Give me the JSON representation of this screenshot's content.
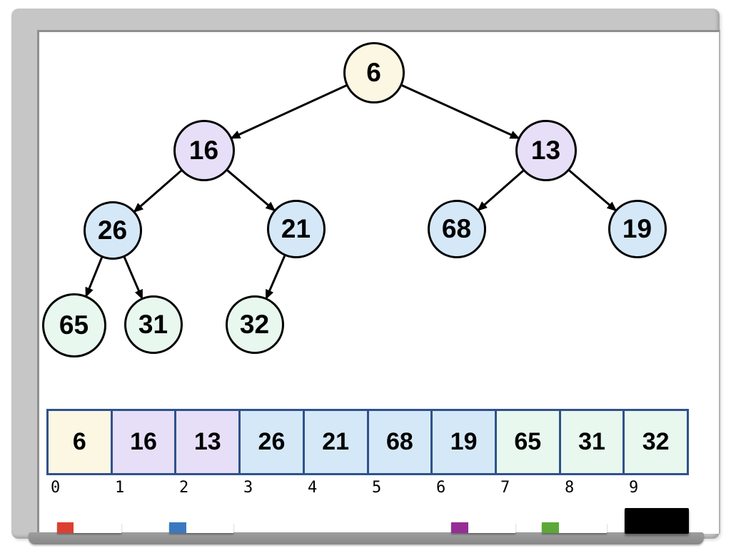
{
  "tree": {
    "nodes": [
      {
        "value": "6",
        "level": 0,
        "fill": "cream"
      },
      {
        "value": "16",
        "level": 1,
        "fill": "lavender"
      },
      {
        "value": "13",
        "level": 1,
        "fill": "lavender"
      },
      {
        "value": "26",
        "level": 2,
        "fill": "blue"
      },
      {
        "value": "21",
        "level": 2,
        "fill": "blue"
      },
      {
        "value": "68",
        "level": 2,
        "fill": "blue"
      },
      {
        "value": "19",
        "level": 2,
        "fill": "blue"
      },
      {
        "value": "65",
        "level": 3,
        "fill": "green"
      },
      {
        "value": "31",
        "level": 3,
        "fill": "green"
      },
      {
        "value": "32",
        "level": 3,
        "fill": "green"
      }
    ],
    "edges": [
      [
        "6",
        "16"
      ],
      [
        "6",
        "13"
      ],
      [
        "16",
        "26"
      ],
      [
        "16",
        "21"
      ],
      [
        "13",
        "68"
      ],
      [
        "13",
        "19"
      ],
      [
        "26",
        "65"
      ],
      [
        "26",
        "31"
      ],
      [
        "21",
        "32"
      ]
    ]
  },
  "array": {
    "cells": [
      {
        "index": "0",
        "value": "6",
        "fill": "cream"
      },
      {
        "index": "1",
        "value": "16",
        "fill": "lavender"
      },
      {
        "index": "2",
        "value": "13",
        "fill": "lavender"
      },
      {
        "index": "3",
        "value": "26",
        "fill": "blue"
      },
      {
        "index": "4",
        "value": "21",
        "fill": "blue"
      },
      {
        "index": "5",
        "value": "68",
        "fill": "blue"
      },
      {
        "index": "6",
        "value": "19",
        "fill": "blue"
      },
      {
        "index": "7",
        "value": "65",
        "fill": "green"
      },
      {
        "index": "8",
        "value": "31",
        "fill": "green"
      },
      {
        "index": "9",
        "value": "32",
        "fill": "green"
      }
    ]
  },
  "whiteboard": {
    "markers": [
      {
        "name": "red-marker",
        "cap_color": "#DD4030",
        "body_color": "#FFFFFF"
      },
      {
        "name": "blue-marker",
        "cap_color": "#3A79C0",
        "body_color": "#FFFFFF"
      },
      {
        "name": "purple-marker",
        "cap_color": "#952D95",
        "body_color": "#FFFFFF"
      },
      {
        "name": "green-marker",
        "cap_color": "#5BA838",
        "body_color": "#FFFFFF"
      }
    ],
    "eraser_color": "#000000"
  },
  "palette": {
    "node_cream": "#FBF7E3",
    "node_lavender": "#E6DFF7",
    "node_blue": "#D5E8F8",
    "node_green": "#E8F8EE",
    "stroke_black": "#000000",
    "array_border_navy": "#2F528B",
    "frame_gray": "#C6C6C6",
    "tray_gray": "#8F8F8F"
  }
}
